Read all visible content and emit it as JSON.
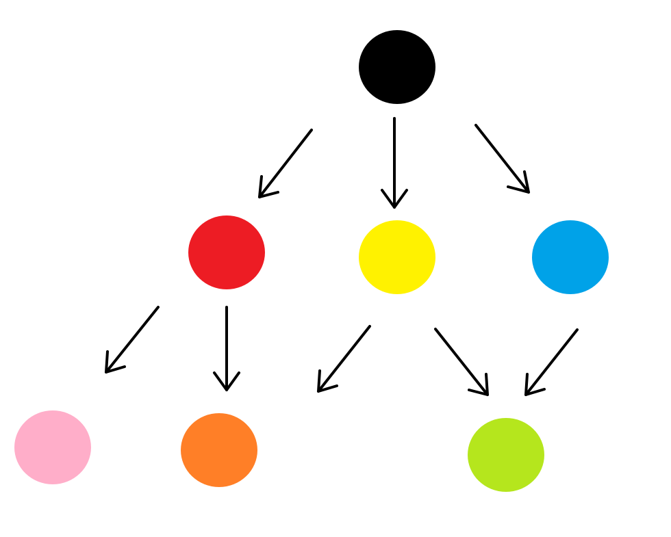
{
  "diagram": {
    "nodes": [
      {
        "id": "black",
        "color": "#000000"
      },
      {
        "id": "red",
        "color": "#ed1c24"
      },
      {
        "id": "yellow",
        "color": "#fff200"
      },
      {
        "id": "blue",
        "color": "#00a2e8"
      },
      {
        "id": "pink",
        "color": "#ffaec9"
      },
      {
        "id": "orange",
        "color": "#ff7f27"
      },
      {
        "id": "green",
        "color": "#b5e61d"
      }
    ],
    "edges": [
      {
        "from": "black",
        "to": "red"
      },
      {
        "from": "black",
        "to": "yellow"
      },
      {
        "from": "black",
        "to": "blue"
      },
      {
        "from": "red",
        "to": "pink"
      },
      {
        "from": "red",
        "to": "orange"
      },
      {
        "from": "yellow",
        "to": "orange"
      },
      {
        "from": "yellow",
        "to": "green"
      },
      {
        "from": "blue",
        "to": "green"
      }
    ],
    "arrow_color": "#000000"
  }
}
